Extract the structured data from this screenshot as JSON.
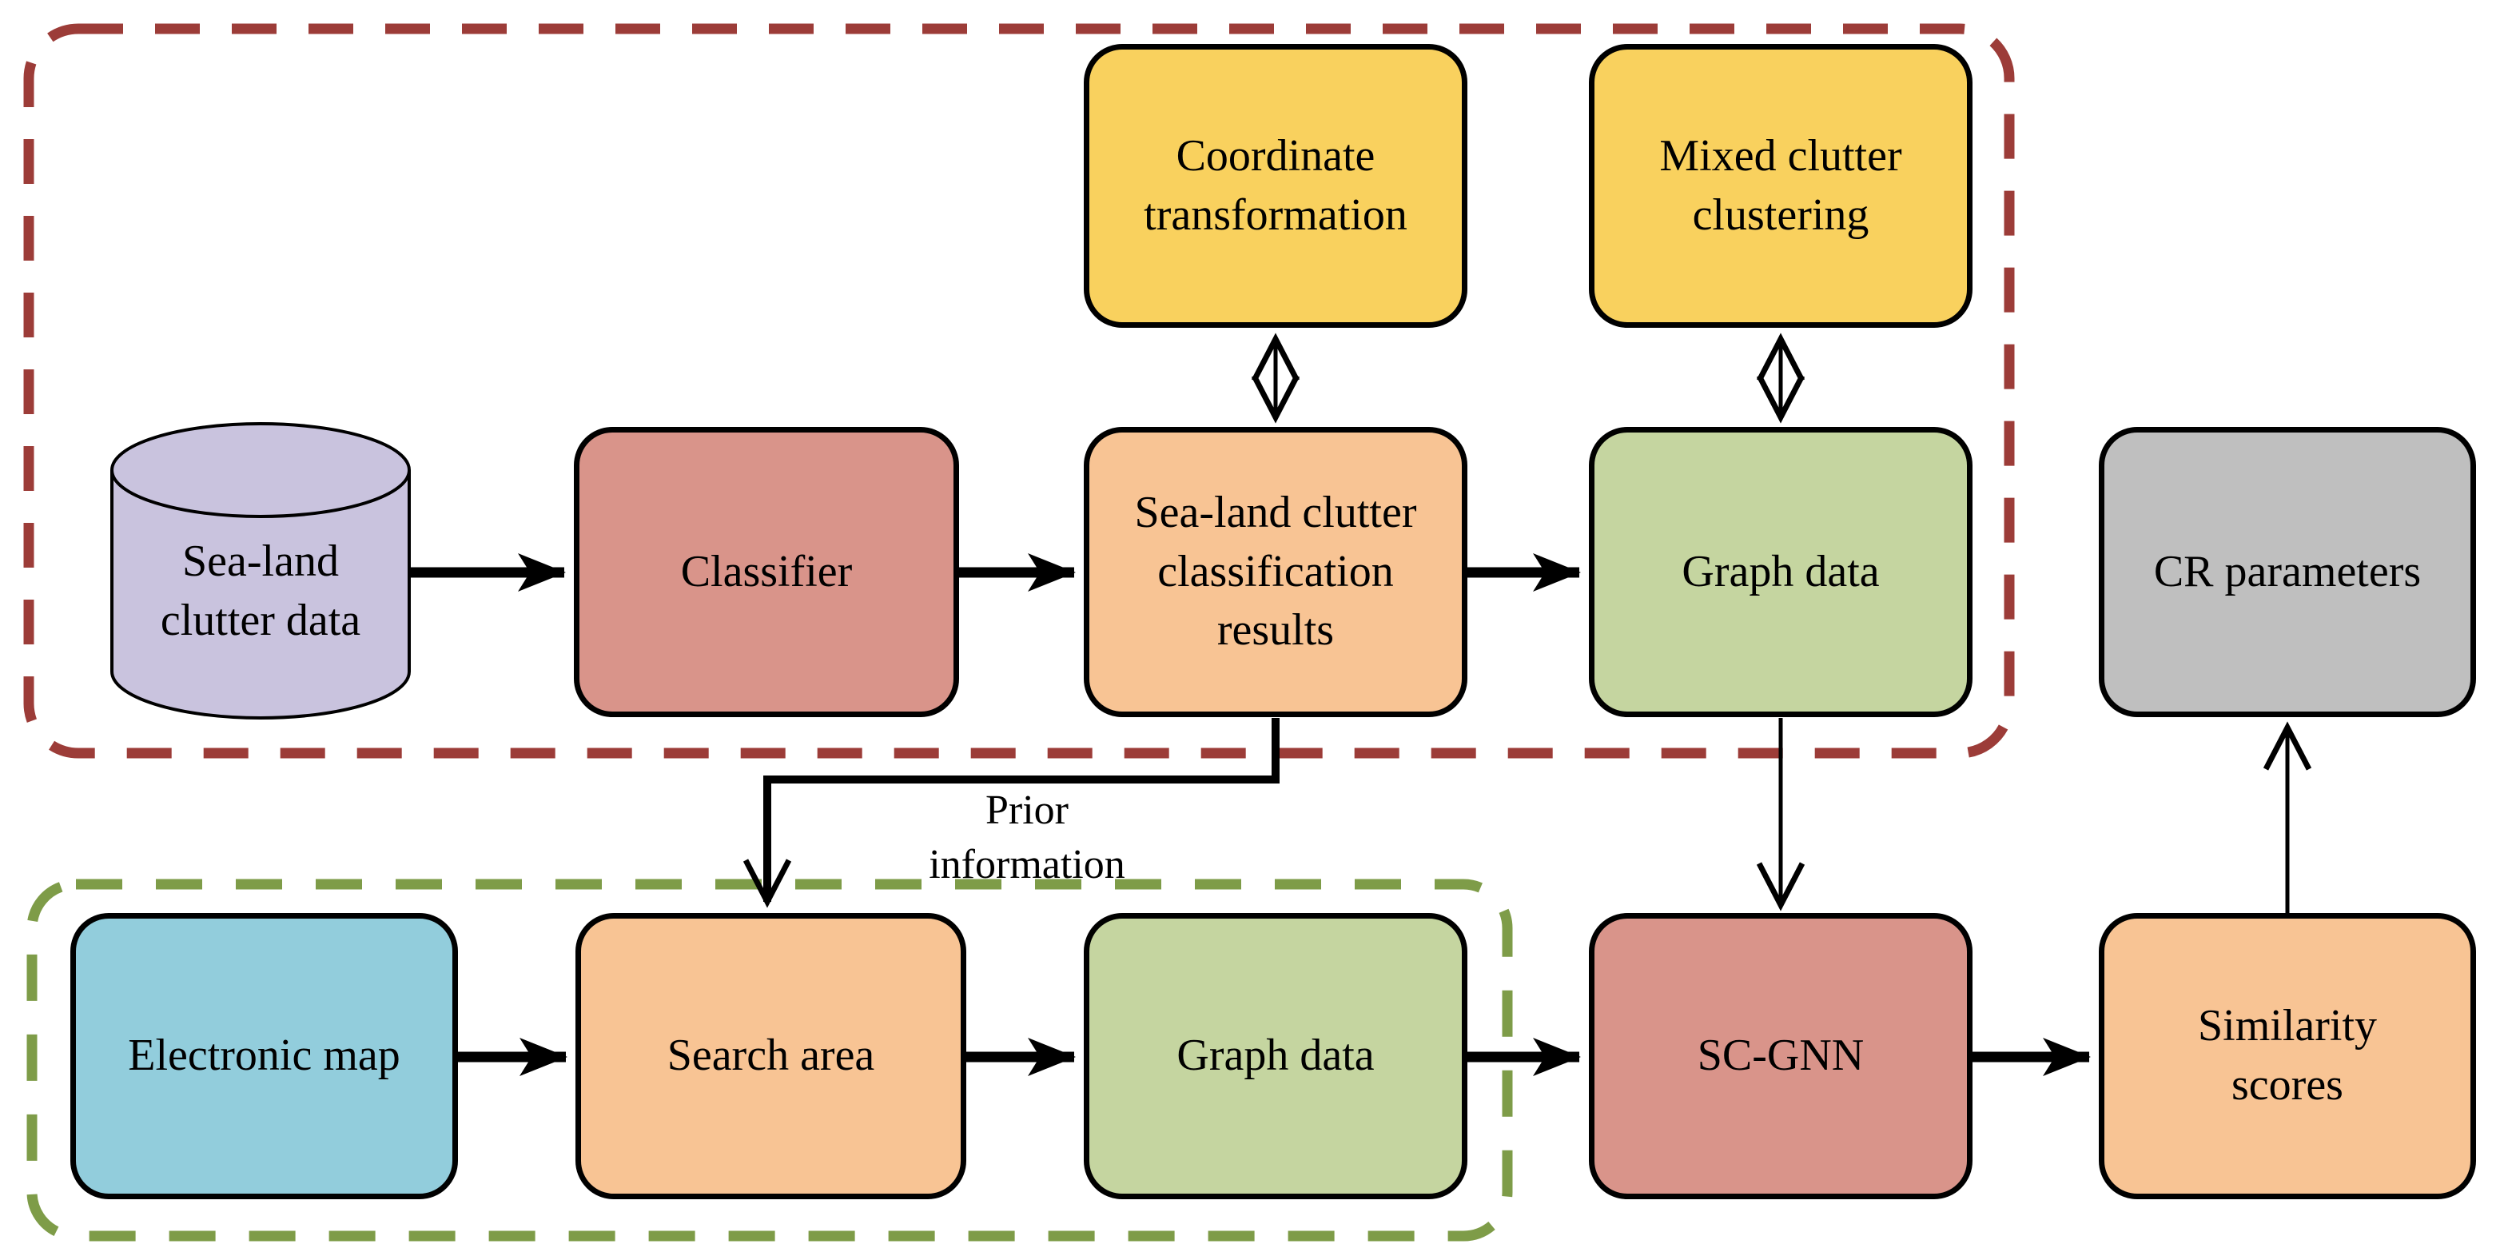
{
  "palette": {
    "red_dash_border": "#9C3C38",
    "green_dash_border": "#7E9C48",
    "yellow_fill": "#F9D15E",
    "salmon_fill": "#D9948A",
    "orange_fill": "#F8C494",
    "green_fill": "#C5D5A0",
    "lavender_fill": "#C9C3DE",
    "blue_fill": "#92CDDC",
    "gray_fill": "#BFBFBF",
    "line_color": "#000000"
  },
  "nodes": {
    "sea_land_clutter_data": {
      "label": "Sea-land\nclutter data",
      "shape": "cylinder",
      "color": "#C9C3DE"
    },
    "classifier": {
      "label": "Classifier",
      "color": "#D9948A"
    },
    "classification_results": {
      "label": "Sea-land clutter\nclassification\nresults",
      "color": "#F8C494"
    },
    "coordinate_transformation": {
      "label": "Coordinate\ntransformation",
      "color": "#F9D15E"
    },
    "mixed_clutter_clustering": {
      "label": "Mixed clutter\nclustering",
      "color": "#F9D15E"
    },
    "graph_data_top": {
      "label": "Graph data",
      "color": "#C5D5A0"
    },
    "cr_parameters": {
      "label": "CR parameters",
      "color": "#BFBFBF"
    },
    "electronic_map": {
      "label": "Electronic map",
      "color": "#92CDDC"
    },
    "search_area": {
      "label": "Search area",
      "color": "#F8C494"
    },
    "graph_data_bottom": {
      "label": "Graph data",
      "color": "#C5D5A0"
    },
    "sc_gnn": {
      "label": "SC-GNN",
      "color": "#D9948A"
    },
    "similarity_scores": {
      "label": "Similarity\nscores",
      "color": "#F8C494"
    }
  },
  "edge_labels": {
    "prior_information": "Prior\ninformation"
  },
  "edges": [
    {
      "from": "sea_land_clutter_data",
      "to": "classifier",
      "style": "thick-arrow"
    },
    {
      "from": "classifier",
      "to": "classification_results",
      "style": "thick-arrow"
    },
    {
      "from": "classification_results",
      "to": "graph_data_top",
      "style": "thick-arrow"
    },
    {
      "from": "classification_results",
      "to": "coordinate_transformation",
      "style": "double-arrow"
    },
    {
      "from": "graph_data_top",
      "to": "mixed_clutter_clustering",
      "style": "double-arrow"
    },
    {
      "from": "graph_data_top",
      "to": "sc_gnn",
      "style": "thin-arrow"
    },
    {
      "from": "classification_results",
      "to": "search_area",
      "style": "elbow-arrow",
      "label": "Prior\ninformation"
    },
    {
      "from": "electronic_map",
      "to": "search_area",
      "style": "thick-arrow"
    },
    {
      "from": "search_area",
      "to": "graph_data_bottom",
      "style": "thick-arrow"
    },
    {
      "from": "graph_data_bottom",
      "to": "sc_gnn",
      "style": "thick-arrow"
    },
    {
      "from": "sc_gnn",
      "to": "similarity_scores",
      "style": "thick-arrow"
    },
    {
      "from": "similarity_scores",
      "to": "cr_parameters",
      "style": "thin-arrow"
    }
  ]
}
